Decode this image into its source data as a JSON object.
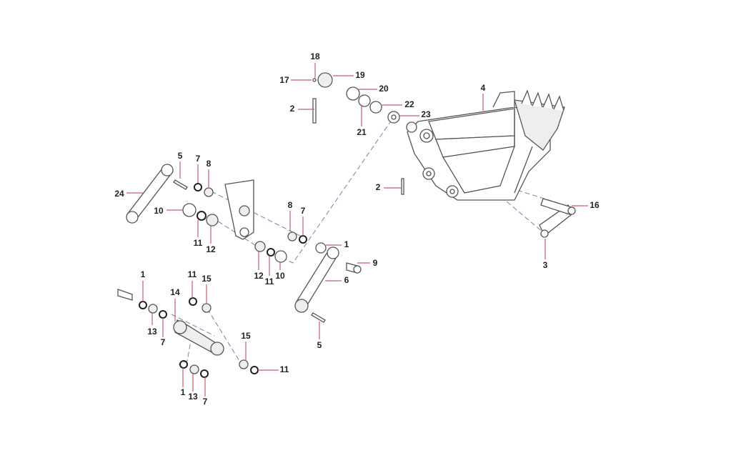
{
  "diagram": {
    "type": "exploded-parts-view",
    "callouts": [
      "18",
      "17",
      "19",
      "20",
      "2",
      "22",
      "23",
      "21",
      "4",
      "5",
      "7",
      "8",
      "24",
      "2",
      "16",
      "10",
      "8",
      "7",
      "11",
      "12",
      "1",
      "3",
      "9",
      "12",
      "11",
      "10",
      "6",
      "1",
      "11",
      "15",
      "14",
      "13",
      "7",
      "15",
      "11",
      "5",
      "1",
      "13",
      "7"
    ],
    "colors": {
      "leader": "#c0606a",
      "dash": "#7a7fb0",
      "part": "#555555"
    }
  }
}
